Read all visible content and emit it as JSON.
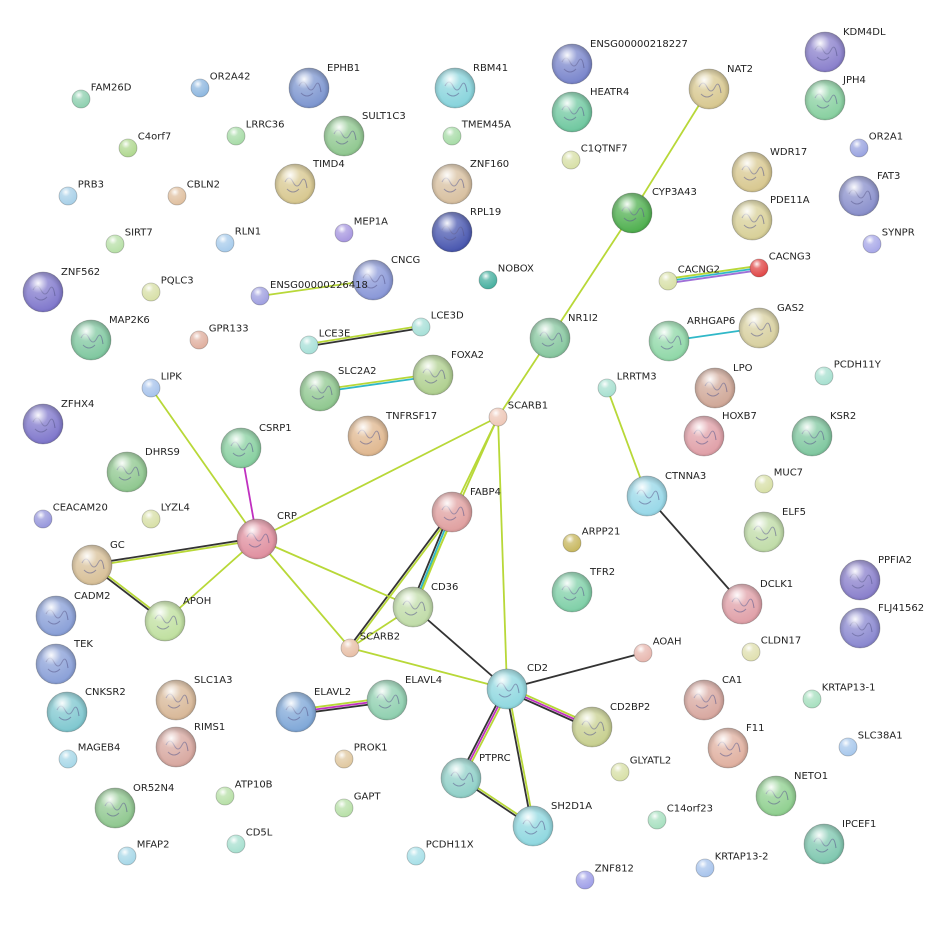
{
  "nodes": [
    {
      "id": "FAM26D",
      "color": "#8fd0b0",
      "size": "s"
    },
    {
      "id": "OR2A42",
      "color": "#8fb8e0",
      "size": "s"
    },
    {
      "id": "EPHB1",
      "color": "#7d96d0",
      "size": "l"
    },
    {
      "id": "RBM41",
      "color": "#88d4dc",
      "size": "l"
    },
    {
      "id": "ENSG00000218227",
      "color": "#7a86cc",
      "size": "l"
    },
    {
      "id": "KDM4DL",
      "color": "#8a80cc",
      "size": "l"
    },
    {
      "id": "NAT2",
      "color": "#d8c890",
      "size": "l"
    },
    {
      "id": "C4orf7",
      "color": "#b0d890",
      "size": "s"
    },
    {
      "id": "LRRC36",
      "color": "#a8dca8",
      "size": "s"
    },
    {
      "id": "SULT1C3",
      "color": "#90c890",
      "size": "l"
    },
    {
      "id": "TMEM45A",
      "color": "#a8dca8",
      "size": "s"
    },
    {
      "id": "HEATR4",
      "color": "#70c8a0",
      "size": "l"
    },
    {
      "id": "JPH4",
      "color": "#88d0a0",
      "size": "l"
    },
    {
      "id": "C1QTNF7",
      "color": "#d8e0a8",
      "size": "s"
    },
    {
      "id": "OR2A1",
      "color": "#9aa4e0",
      "size": "s"
    },
    {
      "id": "PRB3",
      "color": "#a8d0e8",
      "size": "s"
    },
    {
      "id": "CBLN2",
      "color": "#e0c0a0",
      "size": "s"
    },
    {
      "id": "TIMD4",
      "color": "#d8c890",
      "size": "l"
    },
    {
      "id": "ZNF160",
      "color": "#d8c0a0",
      "size": "l"
    },
    {
      "id": "WDR17",
      "color": "#d8c890",
      "size": "l"
    },
    {
      "id": "FAT3",
      "color": "#8a90cc",
      "size": "l"
    },
    {
      "id": "CYP3A43",
      "color": "#50b050",
      "size": "l"
    },
    {
      "id": "PDE11A",
      "color": "#d8d098",
      "size": "l"
    },
    {
      "id": "SIRT7",
      "color": "#b8e0a8",
      "size": "s"
    },
    {
      "id": "RLN1",
      "color": "#a8ccec",
      "size": "s"
    },
    {
      "id": "MEP1A",
      "color": "#a898e0",
      "size": "s"
    },
    {
      "id": "RPL19",
      "color": "#4a58b0",
      "size": "l"
    },
    {
      "id": "SYNPR",
      "color": "#a8a8e8",
      "size": "s"
    },
    {
      "id": "CACNG3",
      "color": "#e04848",
      "size": "s"
    },
    {
      "id": "ZNF562",
      "color": "#8078cc",
      "size": "l"
    },
    {
      "id": "PQLC3",
      "color": "#d8e0a8",
      "size": "s"
    },
    {
      "id": "CNCG",
      "color": "#8a98d8",
      "size": "l"
    },
    {
      "id": "NOBOX",
      "color": "#48b0a0",
      "size": "s"
    },
    {
      "id": "CACNG2",
      "color": "#d8e0a8",
      "size": "s"
    },
    {
      "id": "ENSG00000226418",
      "color": "#a0a0e0",
      "size": "s"
    },
    {
      "id": "GAS2",
      "color": "#d8d0a0",
      "size": "l"
    },
    {
      "id": "MAP2K6",
      "color": "#80c8a0",
      "size": "l"
    },
    {
      "id": "GPR133",
      "color": "#e0b0a0",
      "size": "s"
    },
    {
      "id": "LCE3E",
      "color": "#a8e0d8",
      "size": "s"
    },
    {
      "id": "LCE3D",
      "color": "#a8e0d8",
      "size": "s"
    },
    {
      "id": "NR1I2",
      "color": "#88c8a0",
      "size": "l"
    },
    {
      "id": "ARHGAP6",
      "color": "#90d8a8",
      "size": "l"
    },
    {
      "id": "LIPK",
      "color": "#a8c4ec",
      "size": "s"
    },
    {
      "id": "SLC2A2",
      "color": "#90c890",
      "size": "l"
    },
    {
      "id": "FOXA2",
      "color": "#b0d090",
      "size": "l"
    },
    {
      "id": "LRRTM3",
      "color": "#a8e0d0",
      "size": "s"
    },
    {
      "id": "LPO",
      "color": "#d0a898",
      "size": "l"
    },
    {
      "id": "PCDH11Y",
      "color": "#a8e0d0",
      "size": "s"
    },
    {
      "id": "ZFHX4",
      "color": "#8078cc",
      "size": "l"
    },
    {
      "id": "SCARB1",
      "color": "#eec8b8",
      "size": "s"
    },
    {
      "id": "CSRP1",
      "color": "#88d0a0",
      "size": "l"
    },
    {
      "id": "TNFRSF17",
      "color": "#e0b890",
      "size": "l"
    },
    {
      "id": "HOXB7",
      "color": "#e0a0a8",
      "size": "l"
    },
    {
      "id": "KSR2",
      "color": "#80c8a0",
      "size": "l"
    },
    {
      "id": "DHRS9",
      "color": "#90c890",
      "size": "l"
    },
    {
      "id": "CTNNA3",
      "color": "#98d8e8",
      "size": "l"
    },
    {
      "id": "MUC7",
      "color": "#d8e0a8",
      "size": "s"
    },
    {
      "id": "FABP4",
      "color": "#e0a0a0",
      "size": "l"
    },
    {
      "id": "CEACAM20",
      "color": "#9898dc",
      "size": "s"
    },
    {
      "id": "LYZL4",
      "color": "#d8e0a8",
      "size": "s"
    },
    {
      "id": "CRP",
      "color": "#e090a0",
      "size": "l"
    },
    {
      "id": "ELF5",
      "color": "#c0dca8",
      "size": "l"
    },
    {
      "id": "ARPP21",
      "color": "#c8b860",
      "size": "s"
    },
    {
      "id": "GC",
      "color": "#d8c098",
      "size": "l"
    },
    {
      "id": "PPFIA2",
      "color": "#8a80cc",
      "size": "l"
    },
    {
      "id": "CADM2",
      "color": "#8aa0d8",
      "size": "l"
    },
    {
      "id": "TFR2",
      "color": "#80d0a8",
      "size": "l"
    },
    {
      "id": "DCLK1",
      "color": "#e0a0a8",
      "size": "l"
    },
    {
      "id": "CD36",
      "color": "#c0dca8",
      "size": "l"
    },
    {
      "id": "APOH",
      "color": "#c0e0a0",
      "size": "l"
    },
    {
      "id": "FLJ41562",
      "color": "#8a88d0",
      "size": "l"
    },
    {
      "id": "SCARB2",
      "color": "#e8c0a8",
      "size": "s"
    },
    {
      "id": "TEK",
      "color": "#8aa0d8",
      "size": "l"
    },
    {
      "id": "AOAH",
      "color": "#e8b8b0",
      "size": "s"
    },
    {
      "id": "CLDN17",
      "color": "#e0e0b0",
      "size": "s"
    },
    {
      "id": "CD2",
      "color": "#90d8e0",
      "size": "l"
    },
    {
      "id": "SLC1A3",
      "color": "#d8b898",
      "size": "l"
    },
    {
      "id": "CNKSR2",
      "color": "#80c8d0",
      "size": "l"
    },
    {
      "id": "ELAVL2",
      "color": "#80a8d8",
      "size": "l"
    },
    {
      "id": "ELAVL4",
      "color": "#90d0b0",
      "size": "l"
    },
    {
      "id": "CA1",
      "color": "#d8a8a0",
      "size": "l"
    },
    {
      "id": "KRTAP13-1",
      "color": "#a8e0c0",
      "size": "s"
    },
    {
      "id": "CD2BP2",
      "color": "#c8d090",
      "size": "l"
    },
    {
      "id": "RIMS1",
      "color": "#d8a8a0",
      "size": "l"
    },
    {
      "id": "F11",
      "color": "#e0b0a0",
      "size": "l"
    },
    {
      "id": "SLC38A1",
      "color": "#a8c8ec",
      "size": "s"
    },
    {
      "id": "MAGEB4",
      "color": "#a8d8e8",
      "size": "s"
    },
    {
      "id": "PROK1",
      "color": "#e0c8a0",
      "size": "s"
    },
    {
      "id": "PTPRC",
      "color": "#90d0c8",
      "size": "l"
    },
    {
      "id": "GLYATL2",
      "color": "#d8e0a8",
      "size": "s"
    },
    {
      "id": "NETO1",
      "color": "#90d090",
      "size": "l"
    },
    {
      "id": "OR52N4",
      "color": "#90c890",
      "size": "l"
    },
    {
      "id": "ATP10B",
      "color": "#b8e0a8",
      "size": "s"
    },
    {
      "id": "GAPT",
      "color": "#b8e0a8",
      "size": "s"
    },
    {
      "id": "SH2D1A",
      "color": "#90d8e0",
      "size": "l"
    },
    {
      "id": "C14orf23",
      "color": "#a8e0c0",
      "size": "s"
    },
    {
      "id": "IPCEF1",
      "color": "#80c8b0",
      "size": "l"
    },
    {
      "id": "MFAP2",
      "color": "#a8d8e8",
      "size": "s"
    },
    {
      "id": "CD5L",
      "color": "#a8e0d0",
      "size": "s"
    },
    {
      "id": "PCDH11X",
      "color": "#a8e0e8",
      "size": "s"
    },
    {
      "id": "ZNF812",
      "color": "#a0a0e8",
      "size": "s"
    },
    {
      "id": "KRTAP13-2",
      "color": "#a8c4ec",
      "size": "s"
    }
  ],
  "edges": [
    {
      "a": "NAT2",
      "b": "CYP3A43",
      "colors": [
        "#b8d838"
      ]
    },
    {
      "a": "CYP3A43",
      "b": "NR1I2",
      "colors": [
        "#b8d838"
      ]
    },
    {
      "a": "CACNG2",
      "b": "CACNG3",
      "colors": [
        "#b8d838",
        "#30b8c8",
        "#a070d8"
      ]
    },
    {
      "a": "ENSG00000226418",
      "b": "CNCG",
      "colors": [
        "#b8d838"
      ]
    },
    {
      "a": "LCE3E",
      "b": "LCE3D",
      "colors": [
        "#b8d838",
        "#333333"
      ]
    },
    {
      "a": "ARHGAP6",
      "b": "GAS2",
      "colors": [
        "#30b8c8"
      ]
    },
    {
      "a": "SLC2A2",
      "b": "FOXA2",
      "colors": [
        "#b8d838",
        "#30b8c8"
      ]
    },
    {
      "a": "NR1I2",
      "b": "SCARB1",
      "colors": [
        "#b8d838"
      ]
    },
    {
      "a": "LRRTM3",
      "b": "CTNNA3",
      "colors": [
        "#b8d838"
      ]
    },
    {
      "a": "CTNNA3",
      "b": "DCLK1",
      "colors": [
        "#333333"
      ]
    },
    {
      "a": "LIPK",
      "b": "CRP",
      "colors": [
        "#b8d838"
      ]
    },
    {
      "a": "CSRP1",
      "b": "CRP",
      "colors": [
        "#c030c0"
      ]
    },
    {
      "a": "SCARB1",
      "b": "CRP",
      "colors": [
        "#b8d838"
      ]
    },
    {
      "a": "SCARB1",
      "b": "FABP4",
      "colors": [
        "#b8d838"
      ]
    },
    {
      "a": "SCARB1",
      "b": "CD36",
      "colors": [
        "#b8d838"
      ]
    },
    {
      "a": "SCARB1",
      "b": "CD2",
      "colors": [
        "#b8d838"
      ]
    },
    {
      "a": "FABP4",
      "b": "CD36",
      "colors": [
        "#b8d838",
        "#30b8c8",
        "#333333"
      ]
    },
    {
      "a": "FABP4",
      "b": "SCARB2",
      "colors": [
        "#b8d838",
        "#333333"
      ]
    },
    {
      "a": "CRP",
      "b": "GC",
      "colors": [
        "#b8d838",
        "#333333"
      ]
    },
    {
      "a": "CRP",
      "b": "APOH",
      "colors": [
        "#b8d838"
      ]
    },
    {
      "a": "CRP",
      "b": "CD36",
      "colors": [
        "#b8d838"
      ]
    },
    {
      "a": "CRP",
      "b": "SCARB2",
      "colors": [
        "#b8d838"
      ]
    },
    {
      "a": "GC",
      "b": "APOH",
      "colors": [
        "#b8d838",
        "#333333"
      ]
    },
    {
      "a": "CD36",
      "b": "SCARB2",
      "colors": [
        "#b8d838"
      ]
    },
    {
      "a": "CD36",
      "b": "CD2",
      "colors": [
        "#333333"
      ]
    },
    {
      "a": "SCARB2",
      "b": "CD2",
      "colors": [
        "#b8d838"
      ]
    },
    {
      "a": "CD2",
      "b": "AOAH",
      "colors": [
        "#333333"
      ]
    },
    {
      "a": "CD2",
      "b": "CD2BP2",
      "colors": [
        "#b8d838",
        "#c030c0",
        "#333333"
      ]
    },
    {
      "a": "CD2",
      "b": "PTPRC",
      "colors": [
        "#b8d838",
        "#c030c0",
        "#333333"
      ]
    },
    {
      "a": "CD2",
      "b": "SH2D1A",
      "colors": [
        "#b8d838",
        "#333333"
      ]
    },
    {
      "a": "PTPRC",
      "b": "SH2D1A",
      "colors": [
        "#b8d838",
        "#333333"
      ]
    },
    {
      "a": "ELAVL2",
      "b": "ELAVL4",
      "colors": [
        "#b8d838",
        "#c030c0",
        "#333333"
      ]
    }
  ]
}
